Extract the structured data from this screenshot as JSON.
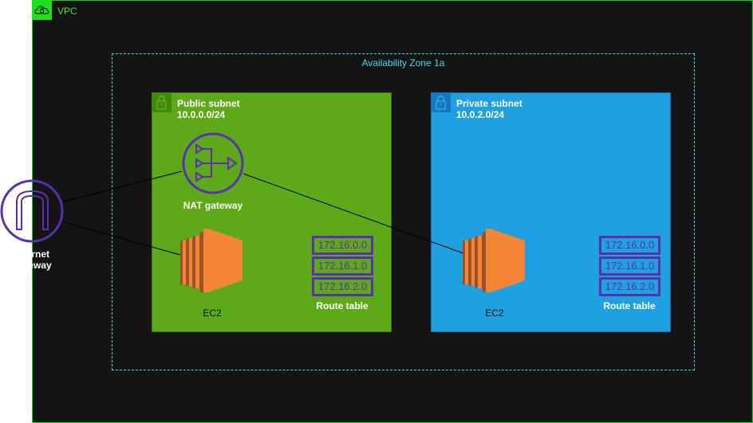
{
  "vpc": {
    "label": "VPC"
  },
  "az": {
    "label": "Availability Zone 1a"
  },
  "public_subnet": {
    "name": "Public subnet",
    "cidr": "10.0.0.0/24",
    "nat_label": "NAT gateway",
    "ec2_label": "EC2",
    "route_table": {
      "label": "Route table",
      "entries": [
        "172.16.0.0",
        "172.16.1.0",
        "172.16.2.0"
      ]
    }
  },
  "private_subnet": {
    "name": "Private subnet",
    "cidr": "10.0.2.0/24",
    "ec2_label": "EC2",
    "route_table": {
      "label": "Route table",
      "entries": [
        "172.16.0.0",
        "172.16.1.0",
        "172.16.2.0"
      ]
    }
  },
  "igw": {
    "label_line1": "Internet",
    "label_line2": "Gateway"
  },
  "colors": {
    "vpc": "#00e000",
    "az": "#3fdfe8",
    "public": "#5ea91a",
    "private": "#1fa0e0",
    "icon": "#5a2fb0",
    "ec2": "#f58536"
  }
}
